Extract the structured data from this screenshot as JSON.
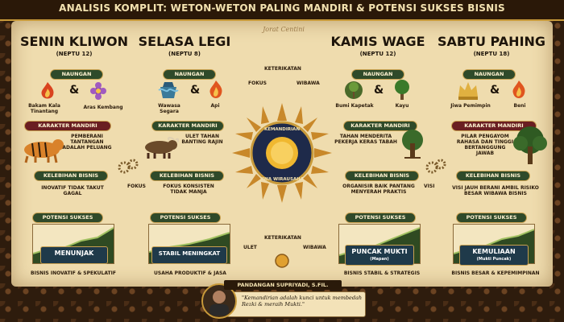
{
  "title": "ANALISIS KOMPLIT: WETON-WETON PALING MANDIRI & POTENSI SUKSES BISNIS",
  "brand": "Jorat Centini",
  "center": {
    "line1": "KEMANDIRIAN",
    "line2": "JIWA WIRAUSAHA"
  },
  "connectors": {
    "keterikatan_top": "KETERIKATAN",
    "fokus_top": "FOKUS",
    "wibawa_top": "WIBAWA",
    "keterikatan_bottom": "KETERIKATAN",
    "ulet": "ULET",
    "wibawa_bottom": "WIBAWA",
    "fokus_left": "FOKUS",
    "visi_right": "VISI"
  },
  "columns": [
    {
      "name": "SENIN KLIWON",
      "neptu": "(NEPTU 12)",
      "naungan_label": "NAUNGAN",
      "naungan_items": [
        "Bakam Kala Tinantang",
        "Aras Kembang"
      ],
      "karakter_label": "KARAKTER MANDIRI",
      "karakter_text": "PEMBERANI TANTANGAN ADALAH PELUANG",
      "kelebihan_label": "KELEBIHAN BISNIS",
      "kelebihan_text": "INOVATIF TIDAK TAKUT GAGAL",
      "potensi_label": "POTENSI SUKSES",
      "potensi_value": "MENUNJAK",
      "potensi_sub": "",
      "footer": "BISNIS INOVATIF & SPEKULATIF"
    },
    {
      "name": "SELASA LEGI",
      "neptu": "(NEPTU 8)",
      "naungan_label": "NAUNGAN",
      "naungan_items": [
        "Wawasa Segara",
        "Api"
      ],
      "karakter_label": "KARAKTER MANDIRI",
      "karakter_text": "ULET TAHAN BANTING RAJIN",
      "kelebihan_label": "KELEBIHAN BISNIS",
      "kelebihan_text": "FOKUS KONSISTEN TIDAK MANJA",
      "potensi_label": "POTENSI SUKSES",
      "potensi_value": "STABIL MENINGKAT",
      "potensi_sub": "",
      "footer": "USAHA PRODUKTIF & JASA"
    },
    {
      "name": "KAMIS WAGE",
      "neptu": "(NEPTU 12)",
      "naungan_label": "NAUNGAN",
      "naungan_items": [
        "Bumi Kapetak",
        "Kayu"
      ],
      "karakter_label": "KARAKTER MANDIRI",
      "karakter_text": "TAHAN MENDERITA PEKERJA KERAS TABAH",
      "kelebihan_label": "KELEBIHAN BISNIS",
      "kelebihan_text": "ORGANISIR BAIK PANTANG MENYERAH PRAKTIS",
      "potensi_label": "POTENSI SUKSES",
      "potensi_value": "PUNCAK MUKTI",
      "potensi_sub": "(Mapan)",
      "footer": "BISNIS STABIL & STRATEGIS"
    },
    {
      "name": "SABTU PAHING",
      "neptu": "(NEPTU 18)",
      "naungan_label": "NAUNGAN",
      "naungan_items": [
        "Jiwa Pemimpin",
        "Beni"
      ],
      "karakter_label": "KARAKTER MANDIRI",
      "karakter_text": "PILAR PENGAYOM RAHASA DAN TINGGI BERTANGGUNG JAWAB",
      "kelebihan_label": "KELEBIHAN BISNIS",
      "kelebihan_text": "VISI JAUH BERANI AMBIL RISIKO BESAR WIBAWA BISNIS",
      "potensi_label": "POTENSI SUKSES",
      "potensi_value": "KEMULIAAN",
      "potensi_sub": "(Mukti Puncak)",
      "footer": "BISNIS BESAR & KEPEMIMPINAN"
    }
  ],
  "author": {
    "name": "PANDANGAN SUPRIYADI, S.FIL.",
    "quote": "\"Kemandirian adalah kunci untuk membedah Rezki & meraih Mukti.\""
  },
  "colors": {
    "parchment": "#efdcae",
    "pill_green": "#2f4a2a",
    "pill_maroon": "#6a1e22",
    "gold": "#c89a3a",
    "ink": "#1d140a"
  }
}
